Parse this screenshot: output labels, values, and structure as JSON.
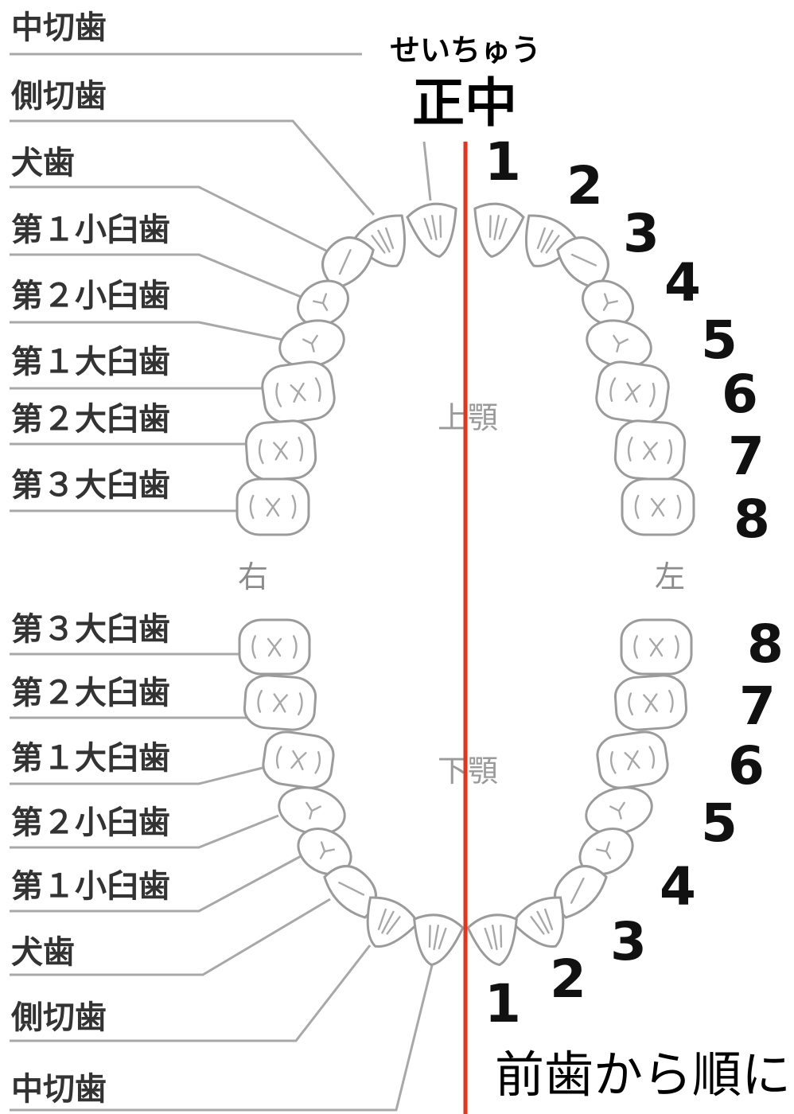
{
  "header": {
    "midline_reading": "せいちゅう",
    "midline_label": "正中"
  },
  "jaws": {
    "upper": "上顎",
    "lower": "下顎"
  },
  "sides": {
    "right": "右",
    "left": "左"
  },
  "upper_teeth": [
    "中切歯",
    "側切歯",
    "犬歯",
    "第１小臼歯",
    "第２小臼歯",
    "第１大臼歯",
    "第２大臼歯",
    "第３大臼歯"
  ],
  "lower_teeth": [
    "第３大臼歯",
    "第２大臼歯",
    "第１大臼歯",
    "第２小臼歯",
    "第１小臼歯",
    "犬歯",
    "側切歯",
    "中切歯"
  ],
  "upper_numbers": [
    "1",
    "2",
    "3",
    "4",
    "5",
    "6",
    "7",
    "8"
  ],
  "lower_numbers": [
    "8",
    "7",
    "6",
    "5",
    "4",
    "3",
    "2",
    "1"
  ],
  "footer": {
    "order_note": "前歯から順に"
  },
  "colors": {
    "midline": "#e8321c",
    "tooth_outline": "#9b9b9b",
    "leader_line": "#a8a8a8",
    "label_text": "#333333"
  }
}
